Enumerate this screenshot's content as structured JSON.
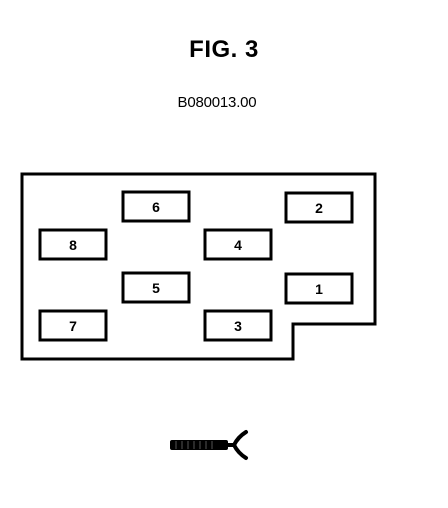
{
  "figure": {
    "title": "FIG. 3",
    "code": "B080013.00"
  },
  "slots": [
    {
      "id": "slot-1",
      "label": "1"
    },
    {
      "id": "slot-2",
      "label": "2"
    },
    {
      "id": "slot-3",
      "label": "3"
    },
    {
      "id": "slot-4",
      "label": "4"
    },
    {
      "id": "slot-5",
      "label": "5"
    },
    {
      "id": "slot-6",
      "label": "6"
    },
    {
      "id": "slot-7",
      "label": "7"
    },
    {
      "id": "slot-8",
      "label": "8"
    }
  ],
  "icons": {
    "tool": "fuse-puller-icon"
  }
}
